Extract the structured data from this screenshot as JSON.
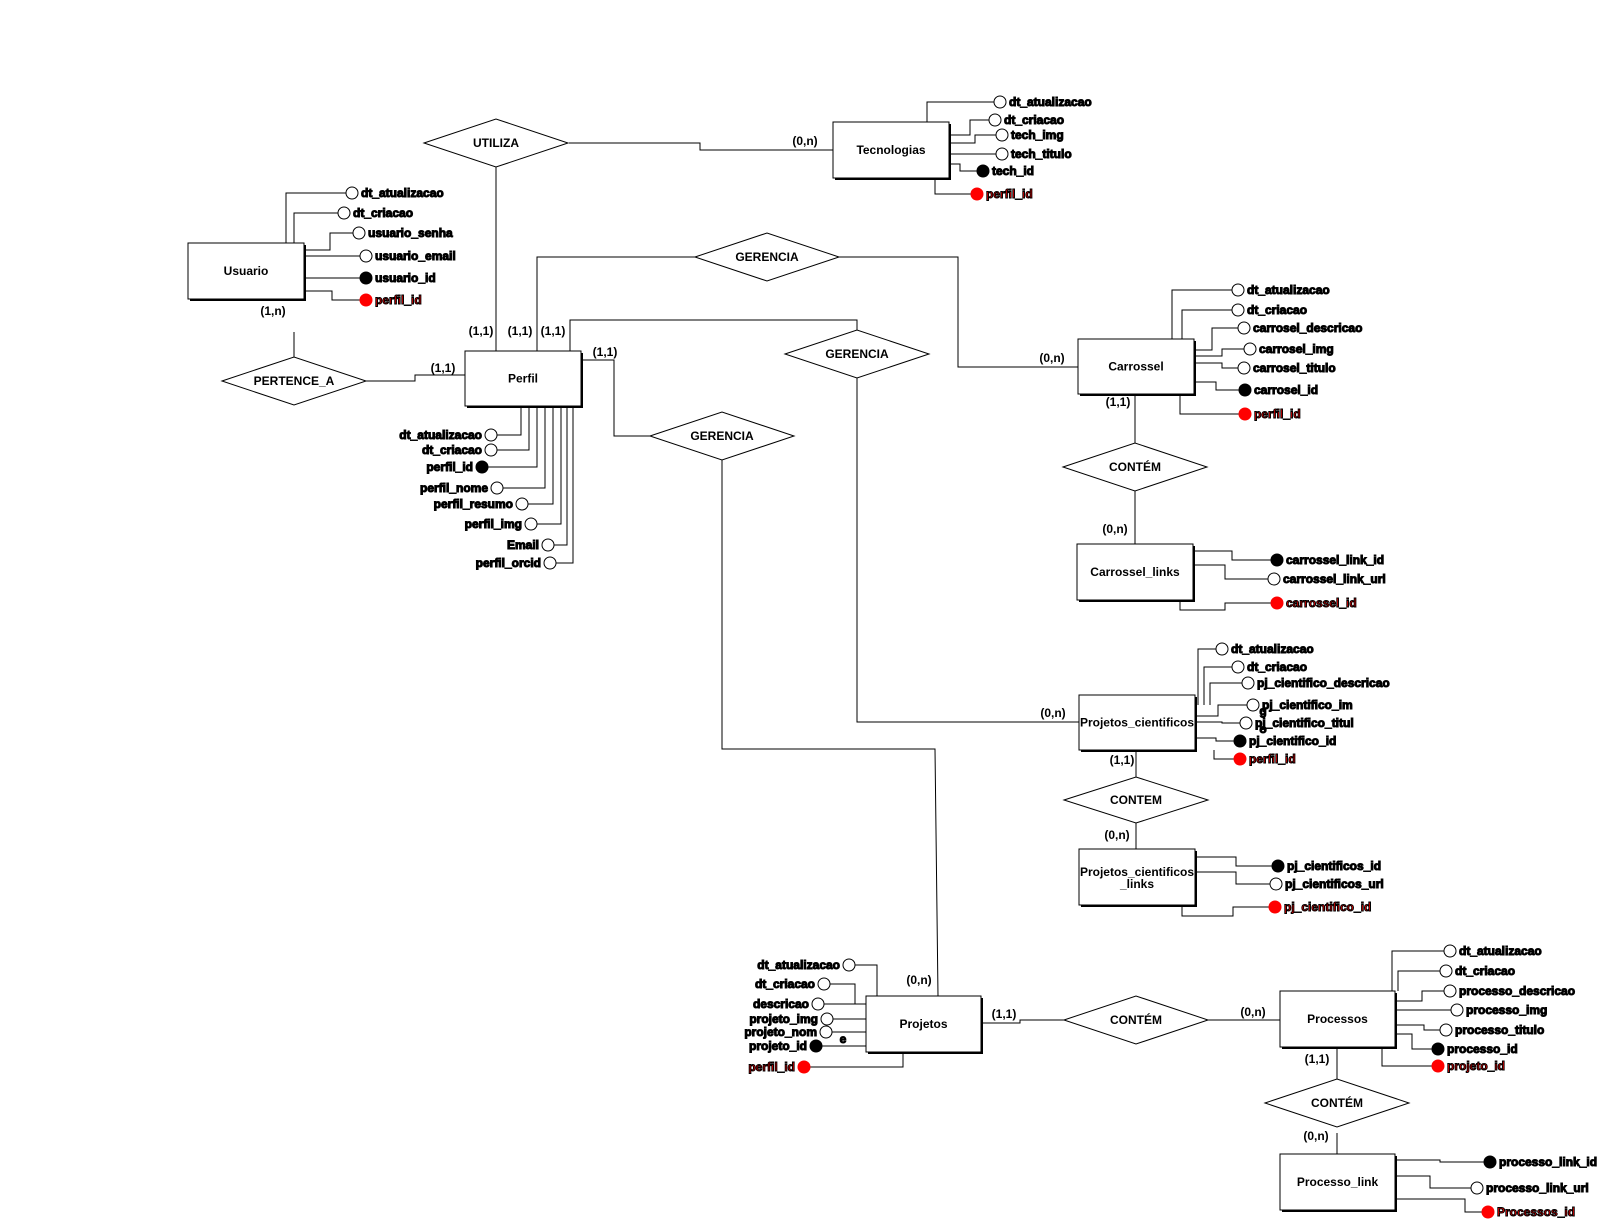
{
  "colors": {
    "line": "#000000",
    "foreign_key": "#ff0000",
    "key": "#000000",
    "attr": "#ffffff"
  },
  "entities": {
    "usuario": {
      "label": "Usuario",
      "attrs": [
        "dt_atualizacao",
        "dt_criacao",
        "usuario_senha",
        "usuario_email",
        "usuario_id",
        "perfil_id"
      ]
    },
    "perfil": {
      "label": "Perfil",
      "attrs": [
        "dt_atualizacao",
        "dt_criacao",
        "perfil_id",
        "perfil_nome",
        "perfil_resumo",
        "perfil_img",
        "Email",
        "perfil_orcid"
      ]
    },
    "tecnologias": {
      "label": "Tecnologias",
      "attrs": [
        "dt_atualizacao",
        "dt_criacao",
        "tech_img",
        "tech_titulo",
        "tech_id",
        "perfil_id"
      ]
    },
    "carrossel": {
      "label": "Carrossel",
      "attrs": [
        "dt_atualizacao",
        "dt_criacao",
        "carrosel_descricao",
        "carrosel_img",
        "carrosel_titulo",
        "carrosel_id",
        "perfil_id"
      ]
    },
    "carrossel_links": {
      "label": "Carrossel_links",
      "attrs": [
        "carrossel_link_id",
        "carrossel_link_url",
        "carrossel_id"
      ]
    },
    "projetos_cientificos": {
      "label": "Projetos_cientificos",
      "attrs": [
        "dt_atualizacao",
        "dt_criacao",
        "pj_cientifico_descricao",
        "pj_cientifico_im",
        "g",
        "pj_cientifico_titul",
        "o",
        "pj_cientifico_id",
        "perfil_id"
      ]
    },
    "pc_links": {
      "label_1": "Projetos_cientificos",
      "label_2": "_links",
      "attrs": [
        "pj_cientificos_id",
        "pj_cientificos_url",
        "pj_cientifico_id"
      ]
    },
    "projetos": {
      "label": "Projetos",
      "attrs": [
        "dt_atualizacao",
        "dt_criacao",
        "descricao",
        "projeto_img",
        "projeto_nom",
        "e",
        "projeto_id",
        "perfil_id"
      ]
    },
    "processos": {
      "label": "Processos",
      "attrs": [
        "dt_atualizacao",
        "dt_criacao",
        "processo_descricao",
        "processo_img",
        "processo_titulo",
        "processo_id",
        "projeto_id"
      ]
    },
    "processo_link": {
      "label": "Processo_link",
      "attrs": [
        "processo_link_id",
        "processo_link_url",
        "Processos_id"
      ]
    }
  },
  "relationships": {
    "utiliza": "UTILIZA",
    "pertence_a": "PERTENCE_A",
    "gerencia_carrossel": "GERENCIA",
    "gerencia_pc": "GERENCIA",
    "gerencia_projetos": "GERENCIA",
    "contem_carrossel": "CONTÉM",
    "contem_pc": "CONTEM",
    "contem_projetos": "CONTÉM",
    "contem_processos": "CONTÉM"
  },
  "cardinalities": {
    "usuario_pertence": "(1,n)",
    "perfil_pertence": "(1,1)",
    "perfil_utiliza": "(1,1)",
    "perfil_gerencia_carrossel": "(1,1)",
    "perfil_gerencia_pc": "(1,1)",
    "perfil_gerencia_projetos": "(1,1)",
    "tecnologias_utiliza": "(0,n)",
    "carrossel_gerencia": "(0,n)",
    "carrossel_contem": "(1,1)",
    "carrossel_links_contem": "(0,n)",
    "pc_gerencia": "(0,n)",
    "pc_contem": "(1,1)",
    "pc_links_contem": "(0,n)",
    "projetos_gerencia": "(0,n)",
    "projetos_contem": "(1,1)",
    "processos_contem_projetos": "(0,n)",
    "processos_contem": "(1,1)",
    "processo_link_contem": "(0,n)"
  }
}
